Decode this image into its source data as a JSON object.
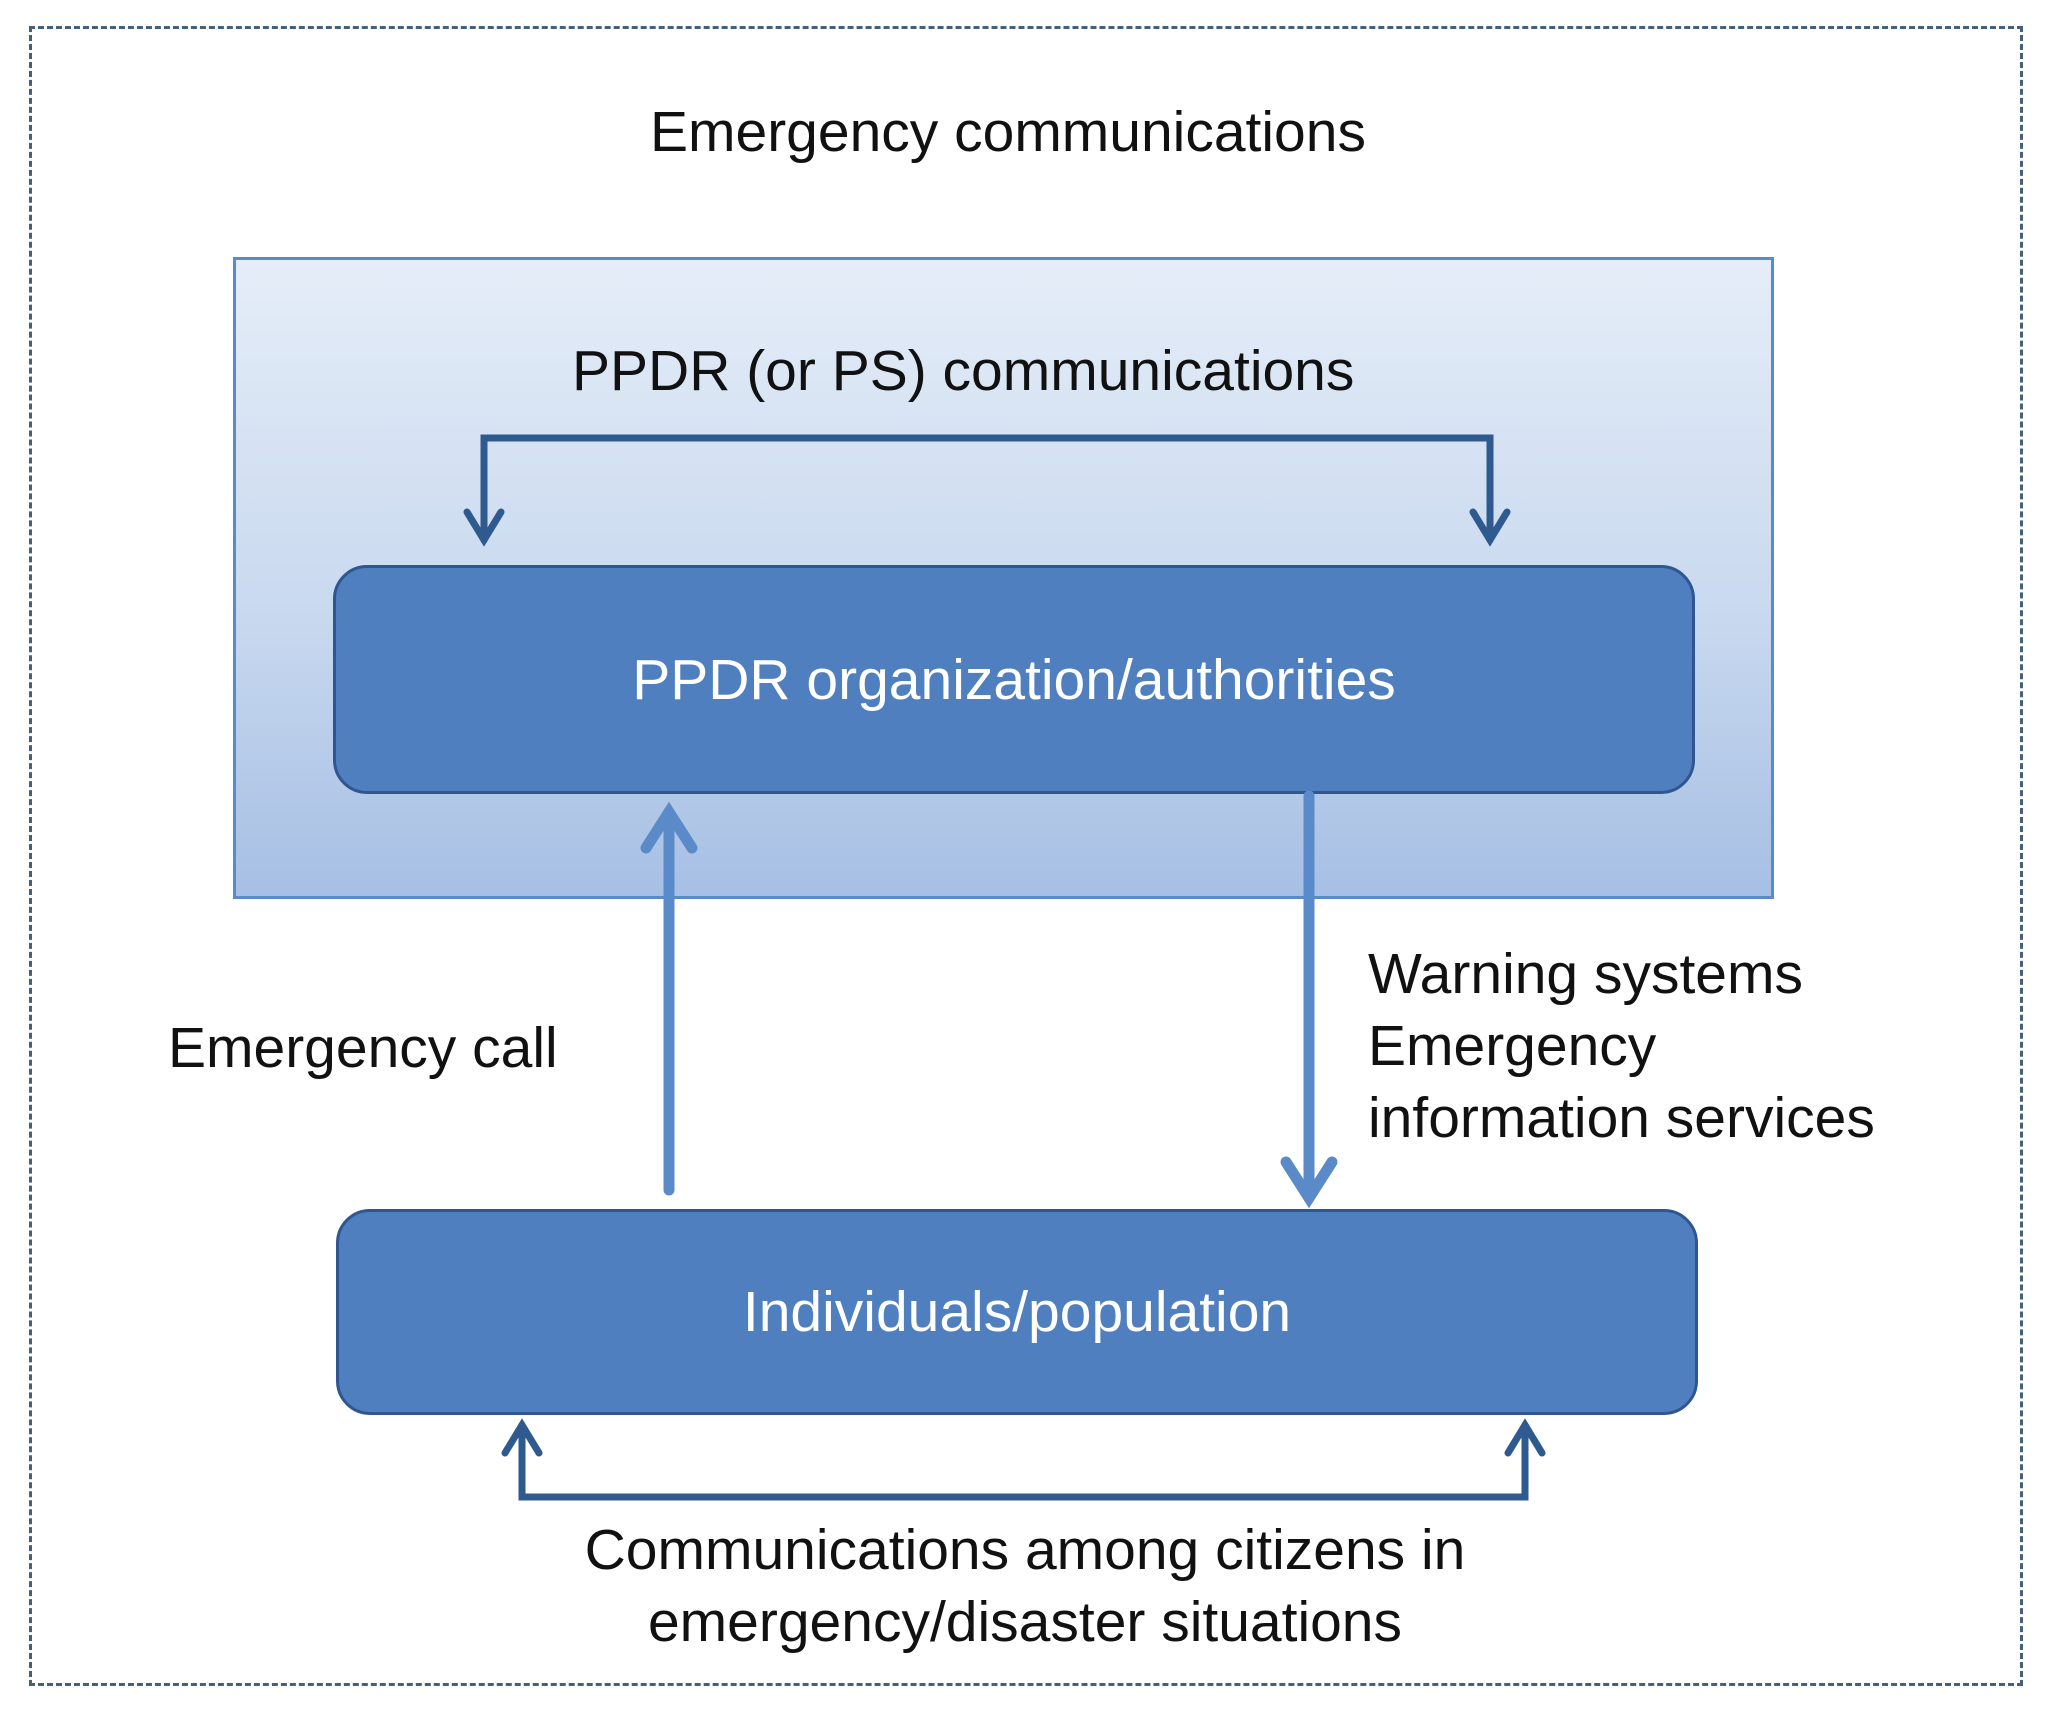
{
  "title": "Emergency communications",
  "ppdr_region": {
    "label": "PPDR (or PS) communications"
  },
  "nodes": {
    "organization": "PPDR organization/authorities",
    "population": "Individuals/population"
  },
  "edges": {
    "emergency_call": "Emergency call",
    "warning": {
      "line1": "Warning systems",
      "line2": "Emergency",
      "line3": "information services"
    },
    "citizens": {
      "line1": "Communications among citizens in",
      "line2": "emergency/disaster situations"
    }
  },
  "colors": {
    "node_fill": "#4f7fbe",
    "node_border": "#2f5690",
    "connector_dark": "#2e5a8f",
    "connector_light": "#5a8bc8",
    "region_border": "#5b8ac9"
  }
}
